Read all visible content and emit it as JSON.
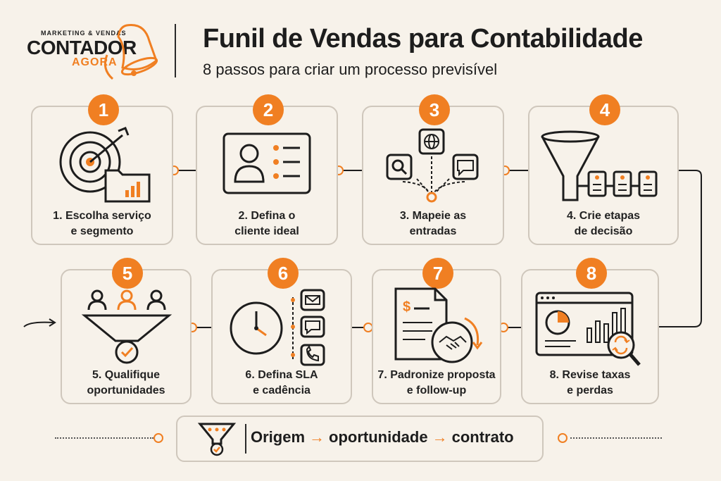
{
  "header": {
    "logo_top": "MARKETING & VENDAS",
    "logo_main": "CONTADOR",
    "logo_sub": "AGORA",
    "title": "Funil de Vendas para Contabilidade",
    "subtitle": "8 passos para criar um processo previsível"
  },
  "steps": [
    {
      "number": "1",
      "line1": "1. Escolha serviço",
      "line2": "e segmento",
      "icon": "target-folder-icon"
    },
    {
      "number": "2",
      "line1": "2. Defina o",
      "line2": "cliente ideal",
      "icon": "profile-card-icon"
    },
    {
      "number": "3",
      "line1": "3. Mapeie as",
      "line2": "entradas",
      "icon": "channels-icon"
    },
    {
      "number": "4",
      "line1": "4. Crie etapas",
      "line2": "de decisão",
      "icon": "funnel-stages-icon"
    },
    {
      "number": "5",
      "line1": "5. Qualifique",
      "line2": "oportunidades",
      "icon": "funnel-people-icon"
    },
    {
      "number": "6",
      "line1": "6. Defina SLA",
      "line2": "e cadência",
      "icon": "clock-contacts-icon"
    },
    {
      "number": "7",
      "line1": "7. Padronize proposta",
      "line2": "e follow-up",
      "icon": "proposal-handshake-icon"
    },
    {
      "number": "8",
      "line1": "8. Revise taxas",
      "line2": "e perdas",
      "icon": "dashboard-review-icon"
    }
  ],
  "footer": {
    "origin": "Origem",
    "opportunity": "oportunidade",
    "contract": "contrato",
    "arrow": "→"
  },
  "colors": {
    "accent": "#f07f22",
    "ink": "#1d1d1d",
    "card_border": "#cfc7bc",
    "background": "#f7f2ea"
  }
}
